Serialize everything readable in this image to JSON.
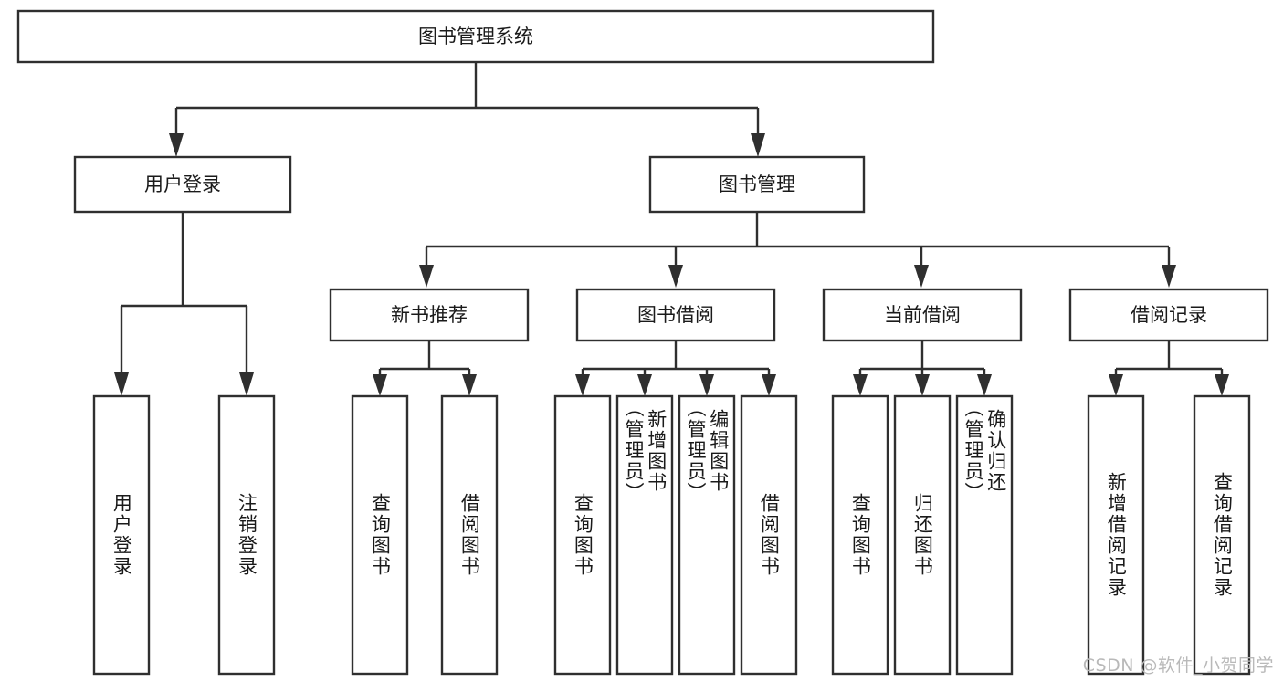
{
  "diagram": {
    "type": "tree",
    "title": "图书管理系统",
    "root": {
      "label": "图书管理系统"
    },
    "level1": [
      {
        "label": "用户登录"
      },
      {
        "label": "图书管理"
      }
    ],
    "level2": [
      {
        "label": "新书推荐"
      },
      {
        "label": "图书借阅"
      },
      {
        "label": "当前借阅"
      },
      {
        "label": "借阅记录"
      }
    ],
    "leaves": {
      "user_login": [
        {
          "label": "用户登录"
        },
        {
          "label": "注销登录"
        }
      ],
      "new_book_recommend": [
        {
          "label": "查询图书"
        },
        {
          "label": "借阅图书"
        }
      ],
      "book_borrow": [
        {
          "label": "查询图书"
        },
        {
          "label": "新增图书\n（管理员）"
        },
        {
          "label": "编辑图书\n（管理员）"
        },
        {
          "label": "借阅图书"
        }
      ],
      "current_borrow": [
        {
          "label": "查询图书"
        },
        {
          "label": "归还图书"
        },
        {
          "label": "确认归还\n（管理员）"
        }
      ],
      "borrow_record": [
        {
          "label": "新增借阅记录"
        },
        {
          "label": "查询借阅记录"
        }
      ]
    },
    "watermark": "CSDN @软件_小贺同学",
    "colors": {
      "stroke": "#2f2f2f",
      "box_fill": "#ffffff",
      "text": "#1a1a1a",
      "watermark": "#b9b9b9",
      "background": "#ffffff"
    }
  }
}
